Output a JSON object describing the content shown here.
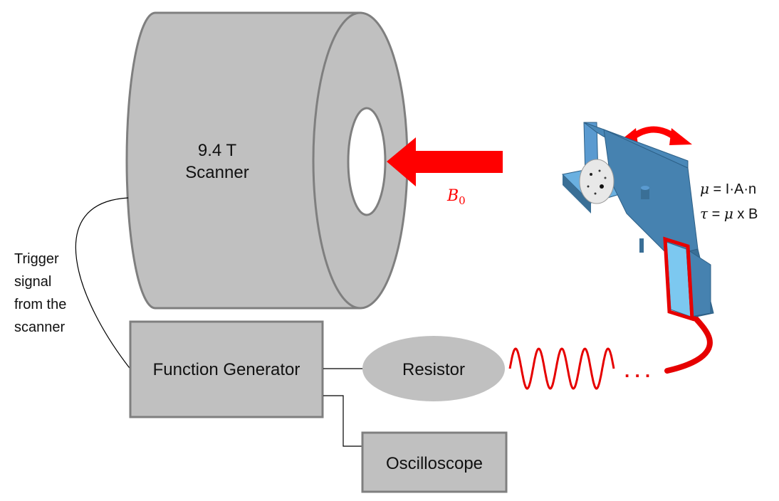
{
  "scanner": {
    "label_line1": "9.4 T",
    "label_line2": "Scanner"
  },
  "field": {
    "symbol": "B",
    "subscript": "0",
    "color": "#ff0000"
  },
  "function_generator": {
    "label": "Function Generator"
  },
  "resistor": {
    "label": "Resistor"
  },
  "oscilloscope": {
    "label": "Oscilloscope"
  },
  "trigger": {
    "line1": "Trigger",
    "line2": "signal",
    "line3": "from the",
    "line4": "scanner"
  },
  "equations": {
    "mu_def": {
      "sym": "μ",
      "rest": " = I·A·n"
    },
    "tau_def": {
      "sym": "τ",
      "mid": " = ",
      "sym2": "μ",
      "rest": " x B"
    }
  },
  "dots": ". . .",
  "colors": {
    "gray_fill": "#c0c0c0",
    "stroke": "#7f7f7f",
    "signal_red": "#e60000",
    "device_blue": "#4a88b8"
  }
}
